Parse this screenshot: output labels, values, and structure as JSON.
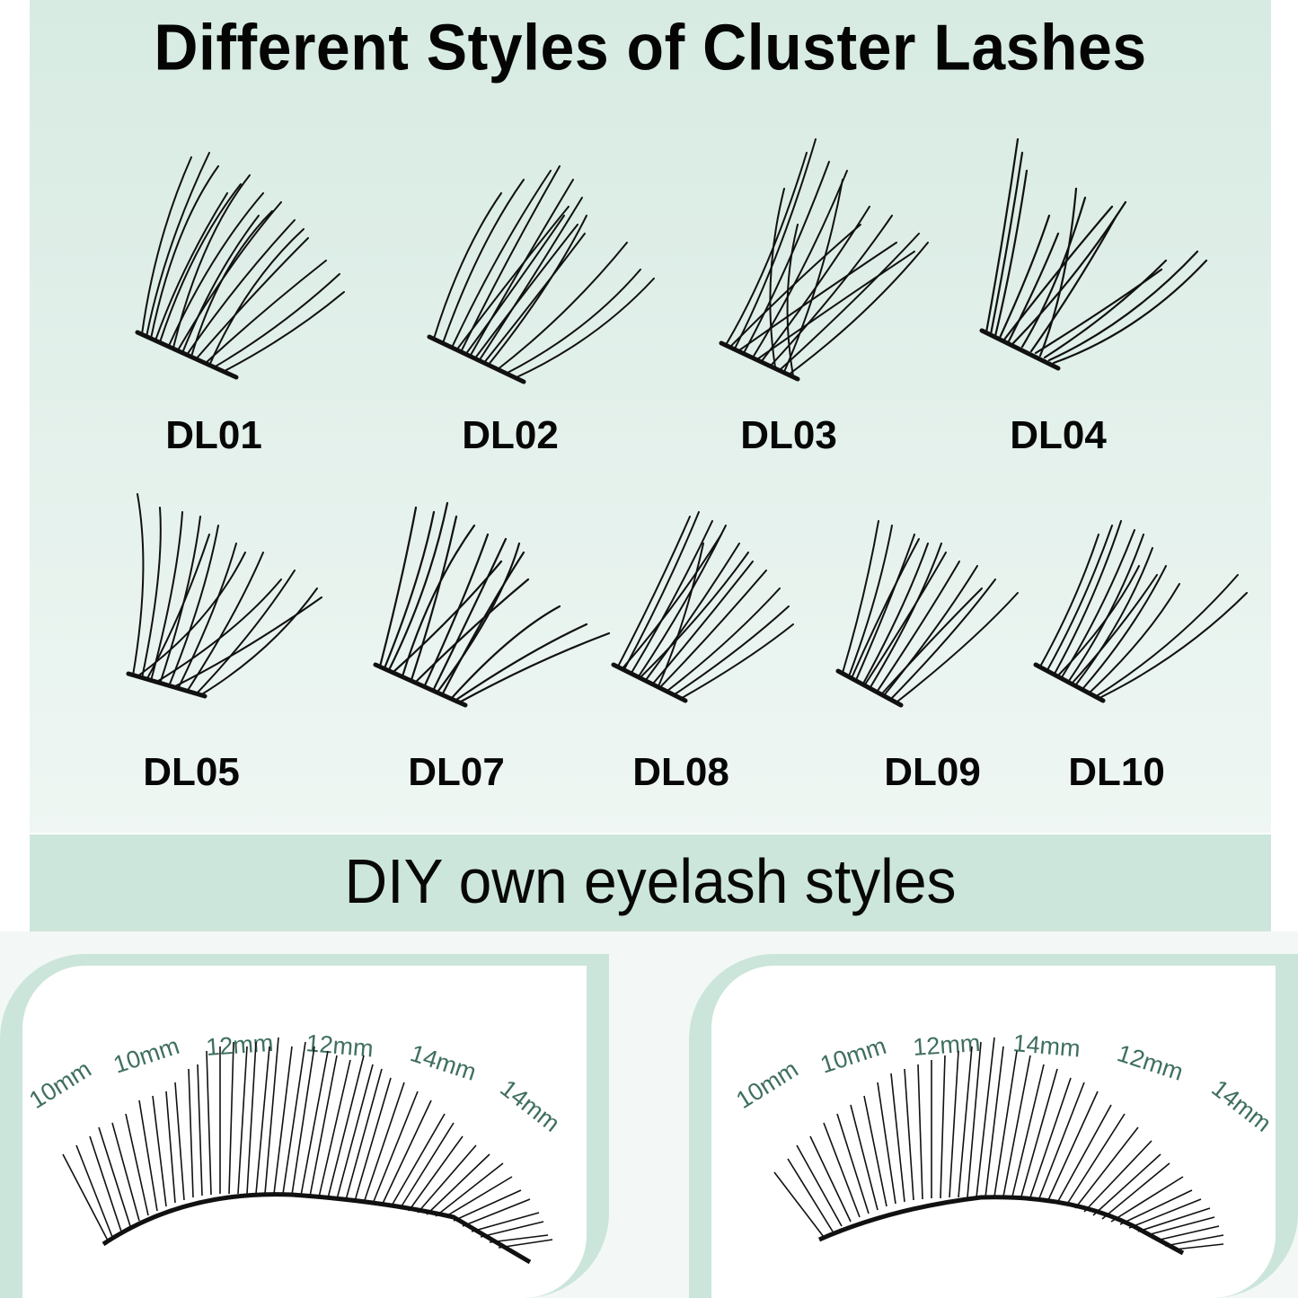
{
  "header": {
    "title": "Different Styles of Cluster Lashes"
  },
  "styles": [
    {
      "code": "DL01",
      "row": 1
    },
    {
      "code": "DL02",
      "row": 1
    },
    {
      "code": "DL03",
      "row": 1
    },
    {
      "code": "DL04",
      "row": 1
    },
    {
      "code": "DL05",
      "row": 2
    },
    {
      "code": "DL07",
      "row": 2
    },
    {
      "code": "DL08",
      "row": 2
    },
    {
      "code": "DL09",
      "row": 2
    },
    {
      "code": "DL10",
      "row": 2
    }
  ],
  "diy": {
    "title": "DIY own eyelash styles"
  },
  "examples": [
    {
      "lengths": [
        "10mm",
        "10mm",
        "12mm",
        "12mm",
        "14mm",
        "14mm"
      ]
    },
    {
      "lengths": [
        "10mm",
        "10mm",
        "12mm",
        "14mm",
        "12mm",
        "14mm"
      ]
    }
  ],
  "colors": {
    "mint_panel": "#d7ebe2",
    "mint_band": "#cde6db",
    "frame_border": "#cbe5da",
    "length_text": "#3f6f5e",
    "text": "#050505"
  }
}
